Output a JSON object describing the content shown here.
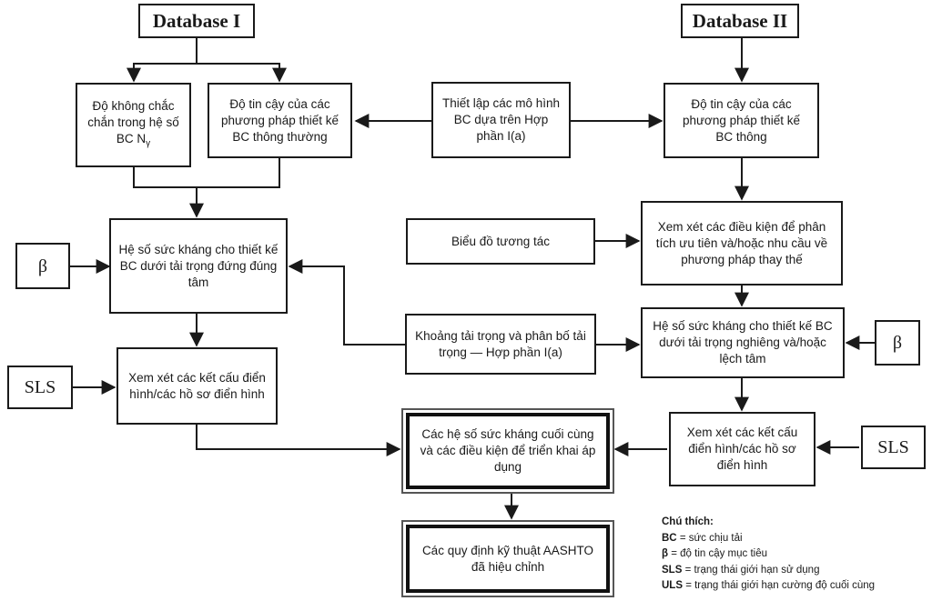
{
  "database1": "Database I",
  "database2": "Database II",
  "uncertainty": "Độ không chắc chắn trong hệ số BC N",
  "uncertainty_sub": "γ",
  "reliability_left": "Độ tin cậy của các phương pháp thiết kế BC thông thường",
  "models": "Thiết lập các mô hình BC dựa trên Hợp phần I(a)",
  "reliability_right": "Độ tin cậy của các phương pháp thiết kế BC thông",
  "resist_vertical": "Hệ số sức kháng cho thiết kế BC dưới tải trọng đứng đúng tâm",
  "beta_left": "β",
  "sls_left": "SLS",
  "typical_left": "Xem xét các kết cấu điển hình/các hồ sơ điển hình",
  "interaction": "Biểu đồ tương tác",
  "consider_conditions": "Xem xét các điều kiện để phân tích ưu tiên và/hoặc nhu cầu về phương pháp thay thế",
  "load_range": "Khoảng tải trọng và phân bố tải trọng — Hợp phần I(a)",
  "resist_inclined": "Hệ số sức kháng cho thiết kế BC dưới tải trọng nghiêng và/hoặc lệch tâm",
  "beta_right": "β",
  "sls_right": "SLS",
  "typical_right": "Xem xét các kết cấu điển hình/các hồ sơ điển hình",
  "final_factors": "Các hệ số sức kháng cuối cùng và các điều kiện để triển khai áp dụng",
  "aashto": "Các quy định kỹ thuật AASHTO đã hiệu chỉnh",
  "legend": {
    "title": "Chú thích:",
    "items": [
      {
        "key": "BC",
        "text": " = sức chịu tải"
      },
      {
        "key": "β",
        "text": " = độ tin cậy mục tiêu"
      },
      {
        "key": "SLS",
        "text": " = trạng thái giới hạn sử dụng"
      },
      {
        "key": "ULS",
        "text": " = trạng thái giới hạn cường độ cuối cùng"
      }
    ]
  }
}
